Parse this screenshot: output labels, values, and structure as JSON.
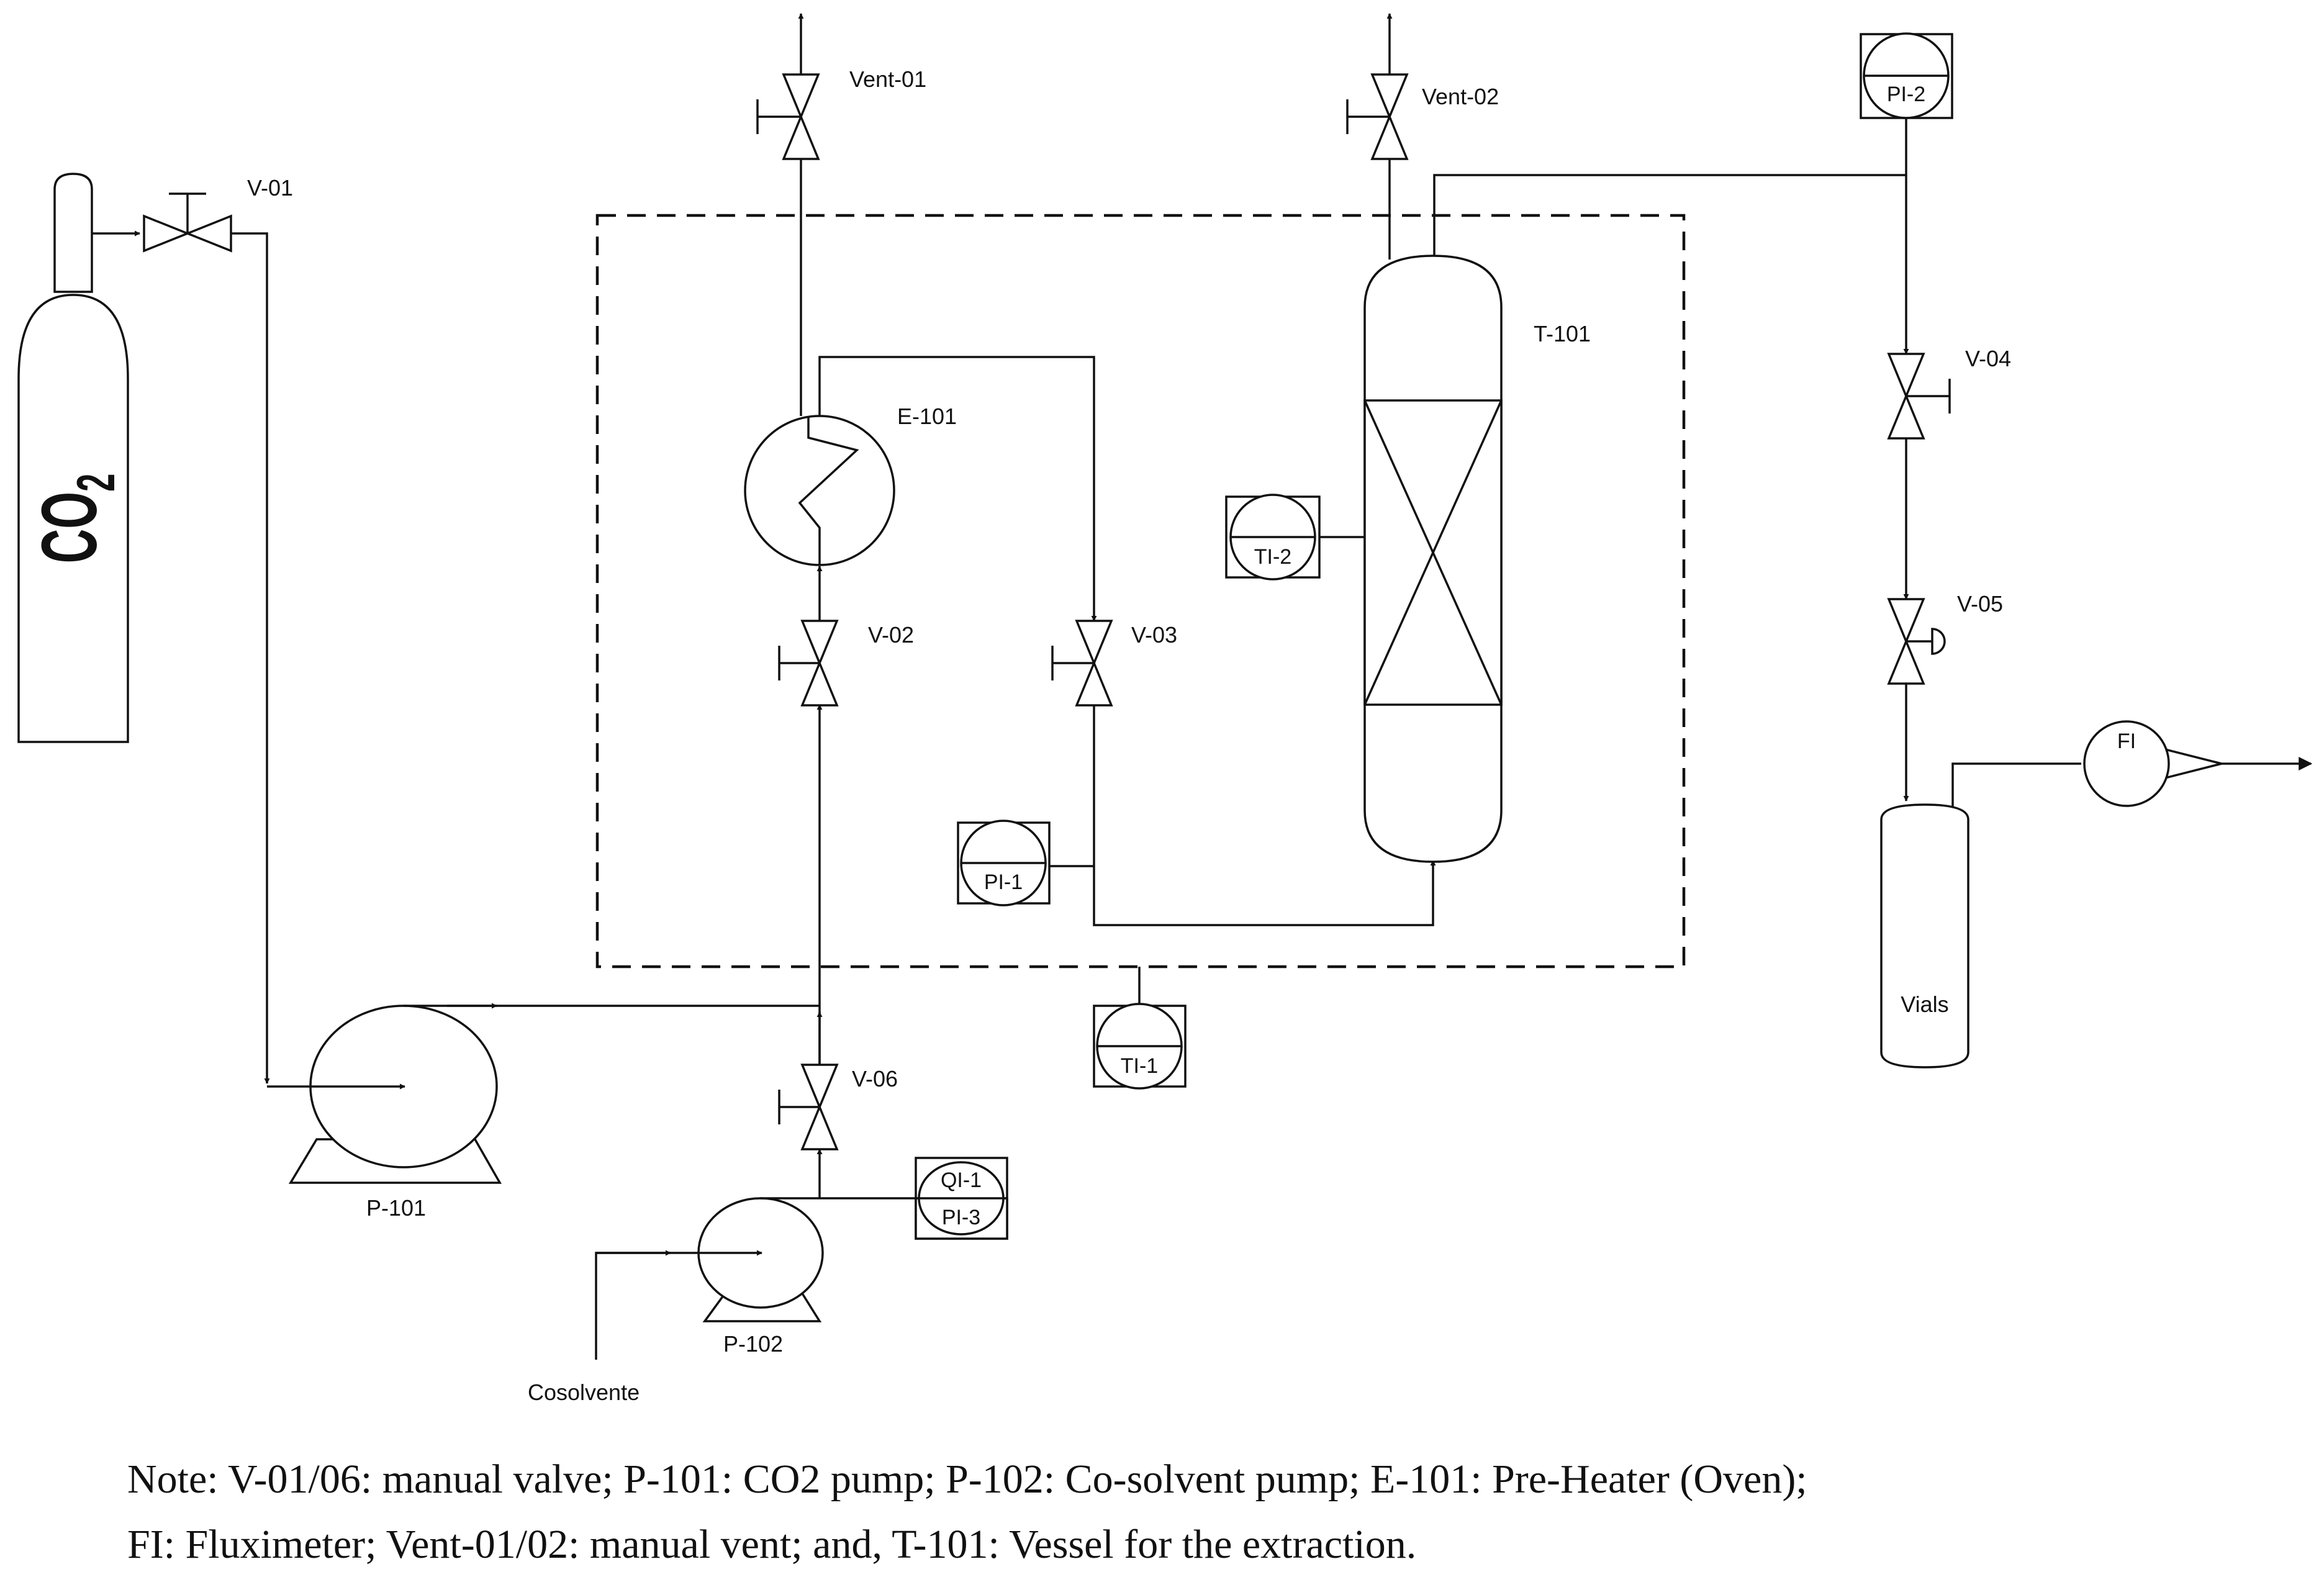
{
  "diagram": {
    "cylinder": {
      "label_main": "CO",
      "label_sub": "2"
    },
    "valves": {
      "v01": "V-01",
      "v02": "V-02",
      "v03": "V-03",
      "v04": "V-04",
      "v05": "V-05",
      "v06": "V-06",
      "vent01": "Vent-01",
      "vent02": "Vent-02"
    },
    "equipment": {
      "e101": "E-101",
      "t101": "T-101",
      "p101": "P-101",
      "p102": "P-102",
      "vials": "Vials"
    },
    "instruments": {
      "pi1": "PI-1",
      "pi2": "PI-2",
      "pi3": "PI-3",
      "ti1": "TI-1",
      "ti2": "TI-2",
      "qi1": "QI-1",
      "fi": "FI"
    },
    "streams": {
      "cosolvent": "Cosolvente"
    }
  },
  "note": {
    "line1": "Note: V-01/06: manual valve; P-101: CO2 pump; P-102: Co-solvent pump; E-101: Pre-Heater (Oven);",
    "line2": "FI: Fluximeter; Vent-01/02: manual vent; and, T-101: Vessel for the extraction."
  }
}
